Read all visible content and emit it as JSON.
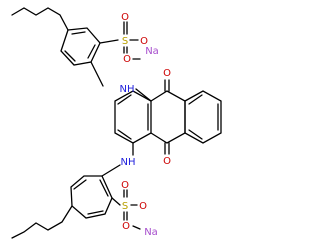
{
  "structure": {
    "atom_labels": {
      "s_top": "S",
      "o_top_up": "O",
      "o_top_right": "O",
      "o_top_down": "O",
      "na_top": "Na",
      "nh_top": "NH",
      "o_carbonyl_top": "O",
      "o_carbonyl_bottom": "O",
      "nh_bottom": "NH",
      "s_bottom": "S",
      "o_bottom_up": "O",
      "o_bottom_right": "O",
      "o_bottom_down": "O",
      "na_bottom": "Na"
    },
    "colors": {
      "bond": "#000000",
      "oxygen": "#cc0000",
      "nitrogen": "#1f1fdc",
      "sulfur": "#b8a000",
      "sodium": "#a64dcc"
    }
  }
}
